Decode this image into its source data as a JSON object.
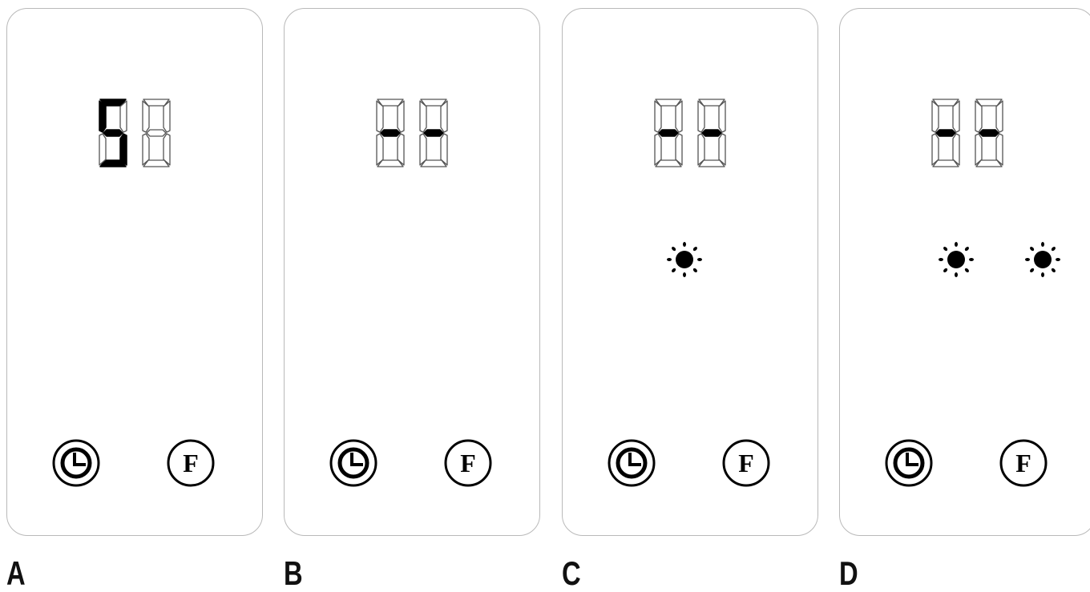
{
  "panels": [
    {
      "label": "A",
      "digits": [
        "5",
        " "
      ],
      "suns": 0
    },
    {
      "label": "B",
      "digits": [
        "-",
        "-"
      ],
      "suns": 0
    },
    {
      "label": "C",
      "digits": [
        "-",
        "-"
      ],
      "suns": 1
    },
    {
      "label": "D",
      "digits": [
        "-",
        "-"
      ],
      "suns": 2
    }
  ],
  "buttons": {
    "timer_icon": "clock-icon",
    "function_icon": "f-icon",
    "function_label": "F"
  },
  "colors": {
    "segment_on": "#000000",
    "segment_off_outline": "#555555",
    "panel_border": "#b9b9b9"
  }
}
